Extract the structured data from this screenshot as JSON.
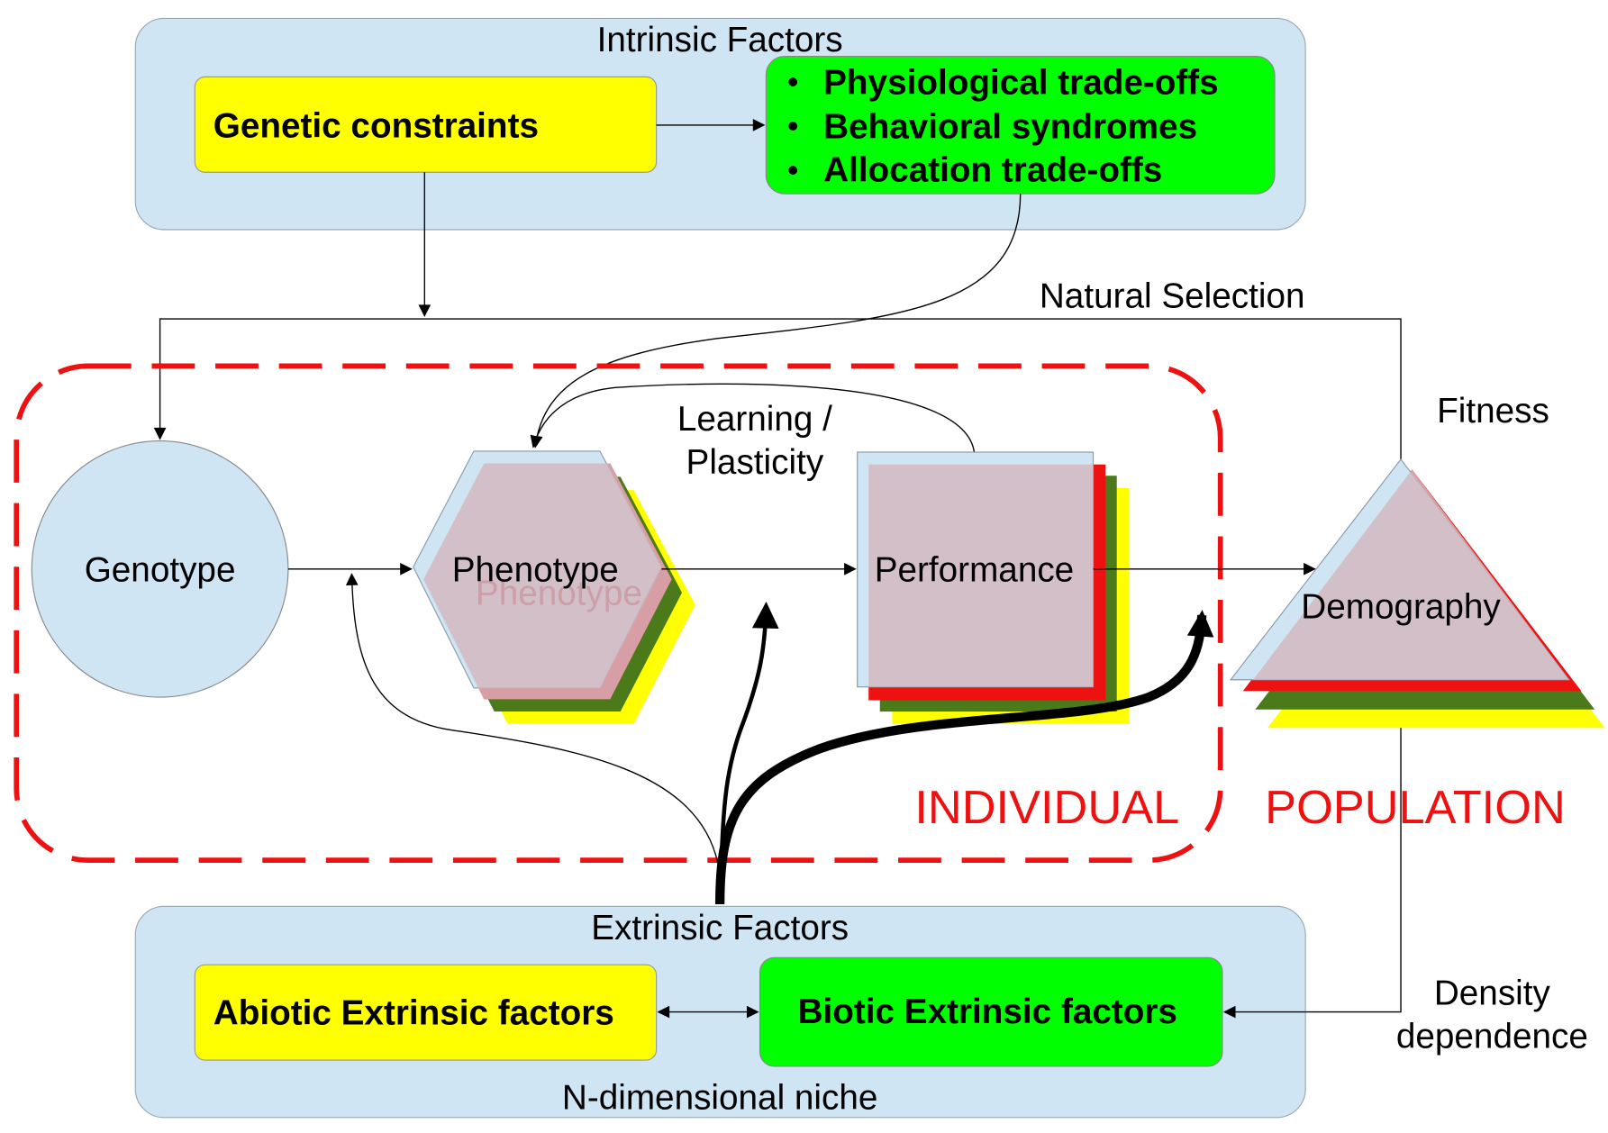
{
  "intrinsic": {
    "title": "Intrinsic Factors",
    "genetic_label": "Genetic constraints",
    "tradeoffs": [
      "Physiological trade-offs",
      "Behavioral syndromes",
      "Allocation trade-offs"
    ],
    "bullet": "•"
  },
  "labels": {
    "natural_selection": "Natural Selection",
    "fitness": "Fitness",
    "learning_line1": "Learning /",
    "learning_line2": "Plasticity",
    "individual": "INDIVIDUAL",
    "population": "POPULATION",
    "density_line1": "Density",
    "density_line2": "dependence"
  },
  "nodes": {
    "genotype": "Genotype",
    "phenotype": "Phenotype",
    "performance": "Performance",
    "demography": "Demography"
  },
  "extrinsic": {
    "title": "Extrinsic Factors",
    "abiotic_label": "Abiotic Extrinsic factors",
    "biotic_label": "Biotic Extrinsic factors",
    "niche_label": "N-dimensional niche"
  },
  "colors": {
    "box_blue": "#cfe5f3",
    "yellow": "#ffff00",
    "green": "#00ff00",
    "red": "#ee1111",
    "dark_green": "#4a7a1a",
    "shape_mauve": "#d2b8c0"
  }
}
